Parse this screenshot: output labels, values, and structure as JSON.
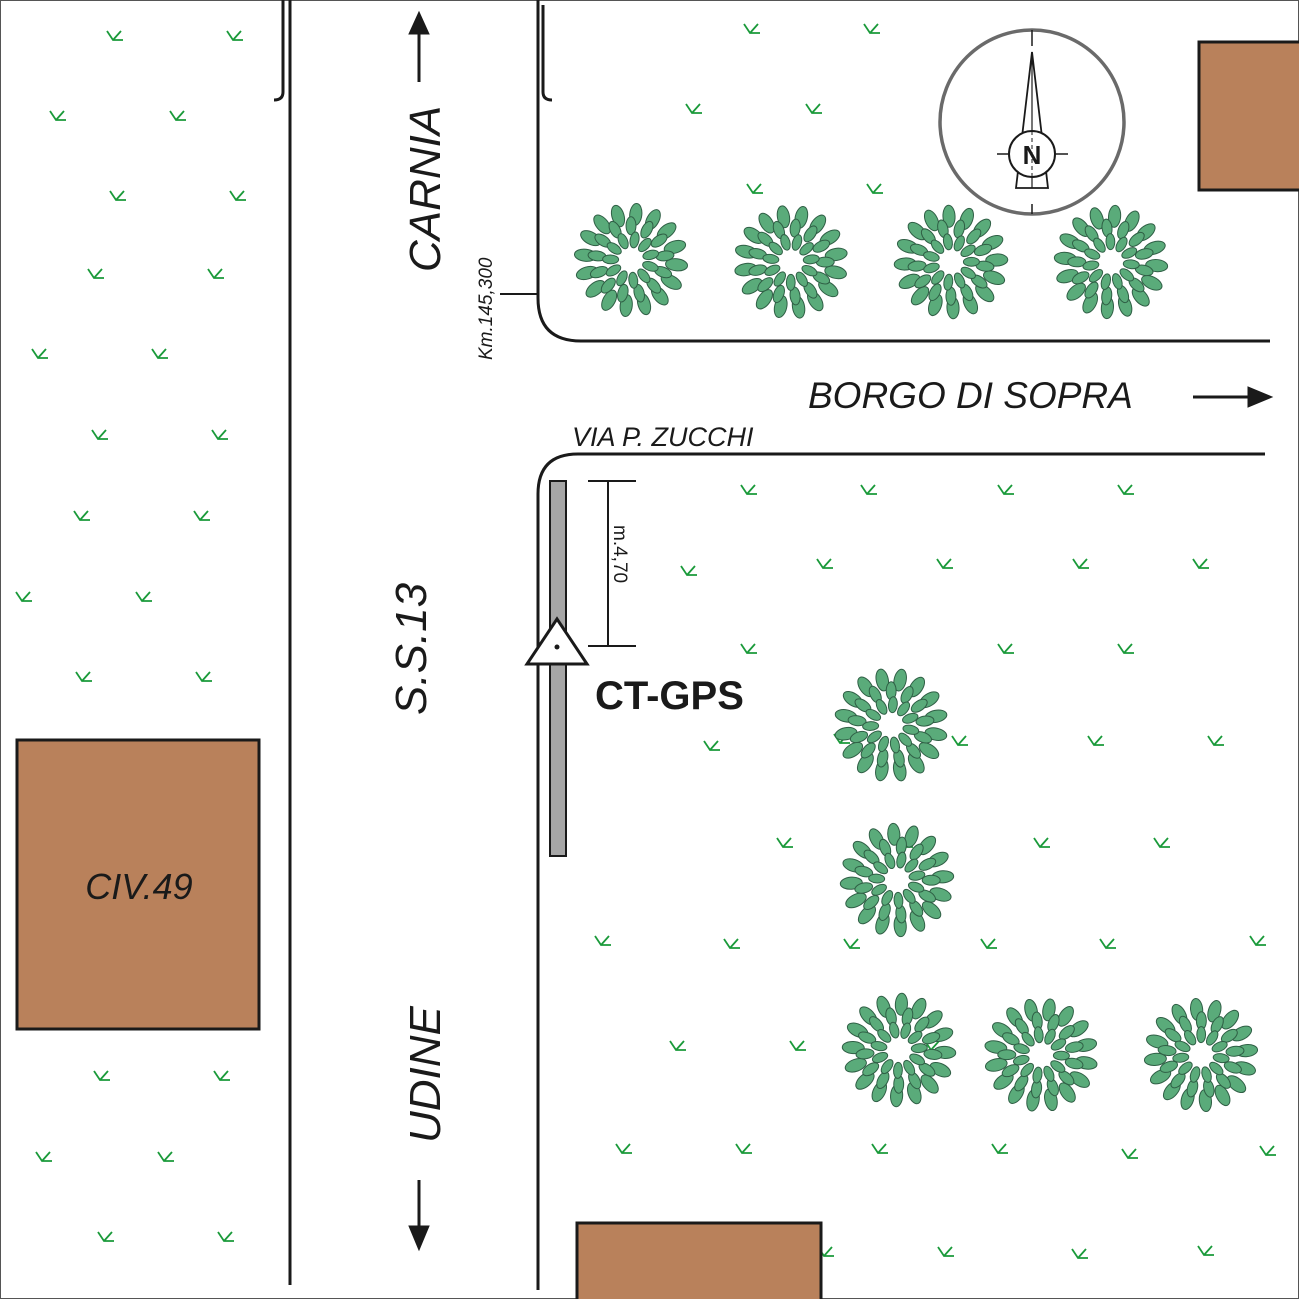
{
  "map": {
    "north_label": "N",
    "labels": {
      "direction_north": "CARNIA",
      "direction_south": "UDINE",
      "road_name": "S.S.13",
      "km_marker": "Km.145,300",
      "east_direction": "BORGO DI SOPRA",
      "street_name": "VIA P. ZUCCHI",
      "distance": "m.4,70",
      "point_name": "CT-GPS",
      "building_number": "CIV.49"
    },
    "colors": {
      "building_fill": "#b9815b",
      "tree_fill": "#5aab7a",
      "grass": "#1a9a3a",
      "road_line": "#1a1a1a",
      "sidewalk": "#a6a6a6"
    }
  }
}
